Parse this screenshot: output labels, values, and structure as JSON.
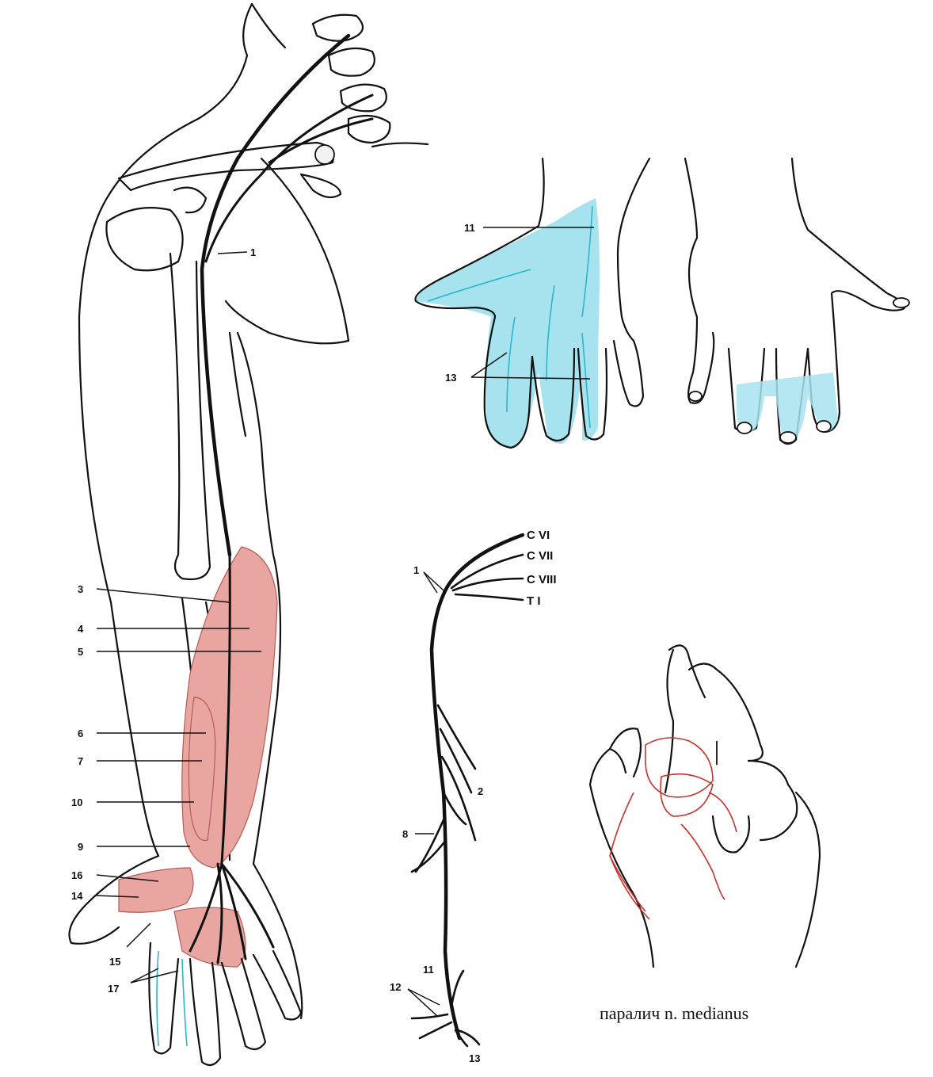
{
  "labels": {
    "n1": "1",
    "n2": "2",
    "n3": "3",
    "n4": "4",
    "n5": "5",
    "n6": "6",
    "n7": "7",
    "n8": "8",
    "n9": "9",
    "n10": "10",
    "n11": "11",
    "n12": "12",
    "n13": "13",
    "n14": "14",
    "n15": "15",
    "n16": "16",
    "n17": "17"
  },
  "roots": {
    "c6": "C VI",
    "c7": "C VII",
    "c8": "C VIII",
    "t1": "T I"
  },
  "caption": "паралич n. medianus",
  "colors": {
    "muscle": "#e9a6a0",
    "sensory_area": "#a7e3ee",
    "nerve": "#111111",
    "paralysis_overlay": "#c8322c"
  }
}
